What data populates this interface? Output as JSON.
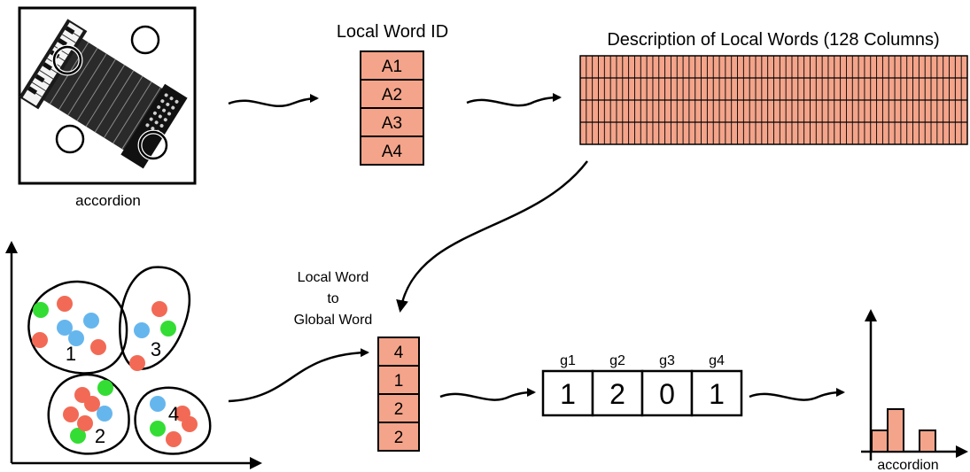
{
  "image_caption": "accordion",
  "local_word_id": {
    "title": "Local Word ID",
    "items": [
      "A1",
      "A2",
      "A3",
      "A4"
    ]
  },
  "description": {
    "title": "Description of Local Words (128 Columns)",
    "rows": 4
  },
  "mapping": {
    "title_lines": [
      "Local Word",
      "to",
      "Global Word"
    ],
    "items": [
      "4",
      "1",
      "2",
      "2"
    ]
  },
  "clusters": [
    {
      "label": "1",
      "points": [
        "green",
        "red",
        "blue",
        "red",
        "blue",
        "red",
        "blue"
      ]
    },
    {
      "label": "3",
      "points": [
        "red",
        "blue",
        "green",
        "red"
      ]
    },
    {
      "label": "2",
      "points": [
        "red",
        "green",
        "red",
        "blue",
        "red",
        "green",
        "red"
      ]
    },
    {
      "label": "4",
      "points": [
        "blue",
        "red",
        "green",
        "red",
        "red"
      ]
    }
  ],
  "global_words": {
    "headers": [
      "g1",
      "g2",
      "g3",
      "g4"
    ],
    "values": [
      "1",
      "2",
      "0",
      "1"
    ]
  },
  "histogram": {
    "label": "accordion",
    "values": [
      1,
      2,
      0,
      1
    ]
  },
  "colors": {
    "salmon": "#f4a48a",
    "red_point": "#f26a55",
    "green_point": "#33dd33",
    "blue_point": "#66b6ee"
  }
}
